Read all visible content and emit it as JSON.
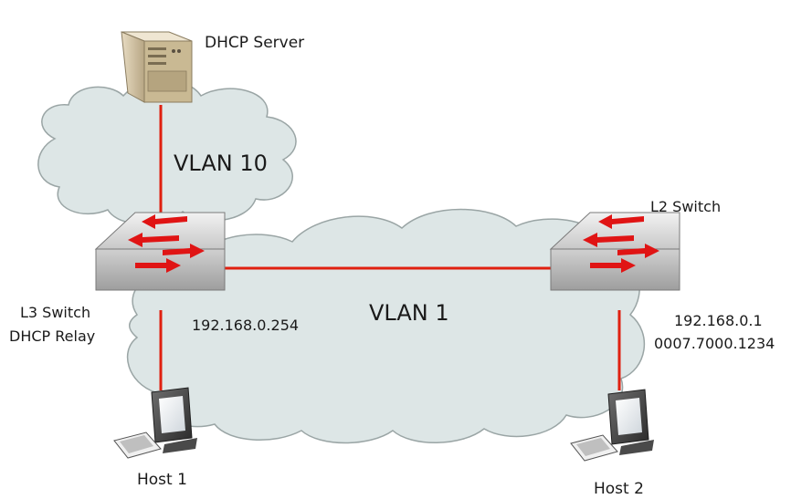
{
  "labels": {
    "dhcp_server": "DHCP Server",
    "vlan10": "VLAN 10",
    "vlan1": "VLAN 1",
    "l3_switch": "L3 Switch",
    "dhcp_relay": "DHCP Relay",
    "l3_ip": "192.168.0.254",
    "l2_switch": "L2 Switch",
    "l2_ip": "192.168.0.1",
    "l2_mac": "0007.7000.1234",
    "host1": "Host 1",
    "host2": "Host 2"
  },
  "colors": {
    "link": "#e02010",
    "cloud_fill": "#dde6e6",
    "cloud_stroke": "#9aa5a5",
    "switch_top": "#d9d9d9",
    "switch_front": "#bdbdbd",
    "arrow": "#e01414"
  }
}
